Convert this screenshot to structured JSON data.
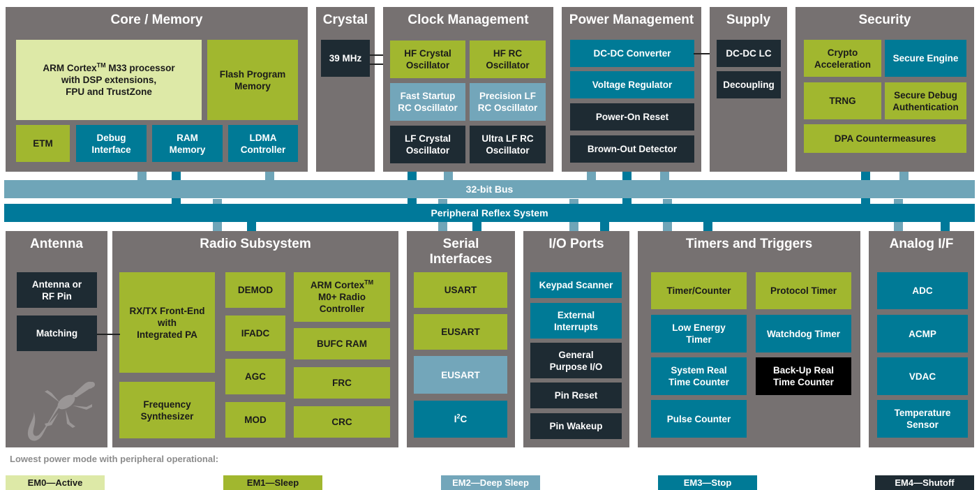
{
  "panels": {
    "core": {
      "title": "Core / Memory"
    },
    "crystal": {
      "title": "Crystal"
    },
    "clock": {
      "title": "Clock Management"
    },
    "power": {
      "title": "Power Management"
    },
    "supply": {
      "title": "Supply"
    },
    "security": {
      "title": "Security"
    },
    "antenna": {
      "title": "Antenna"
    },
    "radio": {
      "title": "Radio Subsystem"
    },
    "serial": {
      "title": "Serial\nInterfaces"
    },
    "io": {
      "title": "I/O Ports"
    },
    "timers": {
      "title": "Timers and Triggers"
    },
    "analog": {
      "title": "Analog I/F"
    }
  },
  "blocks": {
    "cpu_pre": "ARM Cortex",
    "cpu_tm": "TM",
    "cpu_post": " M33 processor\nwith DSP extensions,\nFPU and TrustZone",
    "flash": "Flash Program\nMemory",
    "etm": "ETM",
    "debug": "Debug\nInterface",
    "ram": "RAM\nMemory",
    "ldma": "LDMA\nController",
    "crystal_freq": "39 MHz",
    "hf_crystal": "HF Crystal\nOscillator",
    "hf_rc": "HF RC\nOscillator",
    "fast_startup": "Fast Startup\nRC Oscillator",
    "precision_lf": "Precision LF\nRC Oscillator",
    "lf_crystal": "LF Crystal\nOscillator",
    "ultra_lf": "Ultra LF RC\nOscillator",
    "dcdc": "DC-DC Converter",
    "vreg": "Voltage Regulator",
    "por": "Power-On Reset",
    "bod": "Brown-Out Detector",
    "dcdc_lc": "DC-DC LC",
    "decoupling": "Decoupling",
    "crypto": "Crypto\nAcceleration",
    "secure_engine": "Secure Engine",
    "trng": "TRNG",
    "secure_debug": "Secure Debug\nAuthentication",
    "dpa": "DPA Countermeasures",
    "antenna_pin": "Antenna or\nRF Pin",
    "matching": "Matching",
    "rxtx": "RX/TX Front-End\nwith\nIntegrated PA",
    "freq_synth": "Frequency\nSynthesizer",
    "demod": "DEMOD",
    "ifadc": "IFADC",
    "agc": "AGC",
    "mod": "MOD",
    "m0_pre": "ARM Cortex",
    "m0_tm": "TM",
    "m0_post": "\nM0+ Radio\nController",
    "bufc": "BUFC RAM",
    "frc": "FRC",
    "crc": "CRC",
    "usart": "USART",
    "eusart1": "EUSART",
    "eusart2": "EUSART",
    "i2c_pre": "I",
    "i2c_sup": "2",
    "i2c_post": "C",
    "keypad": "Keypad Scanner",
    "ext_int": "External\nInterrupts",
    "gpio": "General\nPurpose I/O",
    "pin_reset": "Pin Reset",
    "pin_wakeup": "Pin Wakeup",
    "timer_counter": "Timer/Counter",
    "protocol_timer": "Protocol Timer",
    "le_timer": "Low Energy\nTimer",
    "watchdog": "Watchdog Timer",
    "sysrtc": "System Real\nTime Counter",
    "backup_rtc": "Back-Up Real\nTime Counter",
    "pulse_counter": "Pulse Counter",
    "adc": "ADC",
    "acmp": "ACMP",
    "vdac": "VDAC",
    "temp_sensor": "Temperature\nSensor"
  },
  "buses": {
    "bus32": "32-bit Bus",
    "prs": "Peripheral Reflex System"
  },
  "legend": {
    "title": "Lowest power mode with peripheral operational:",
    "em0": "EM0—Active",
    "em1": "EM1—Sleep",
    "em2": "EM2—Deep Sleep",
    "em3": "EM3—Stop",
    "em4": "EM4—Shutoff"
  },
  "colors": {
    "panel": "#767171",
    "em0": "#dde9a7",
    "em1": "#a1b72f",
    "em2": "#73a6ba",
    "em3": "#007a96",
    "em4": "#000000",
    "dark_block": "#1e2b33",
    "bus32": "#6fa5b8",
    "prs": "#00799a"
  }
}
